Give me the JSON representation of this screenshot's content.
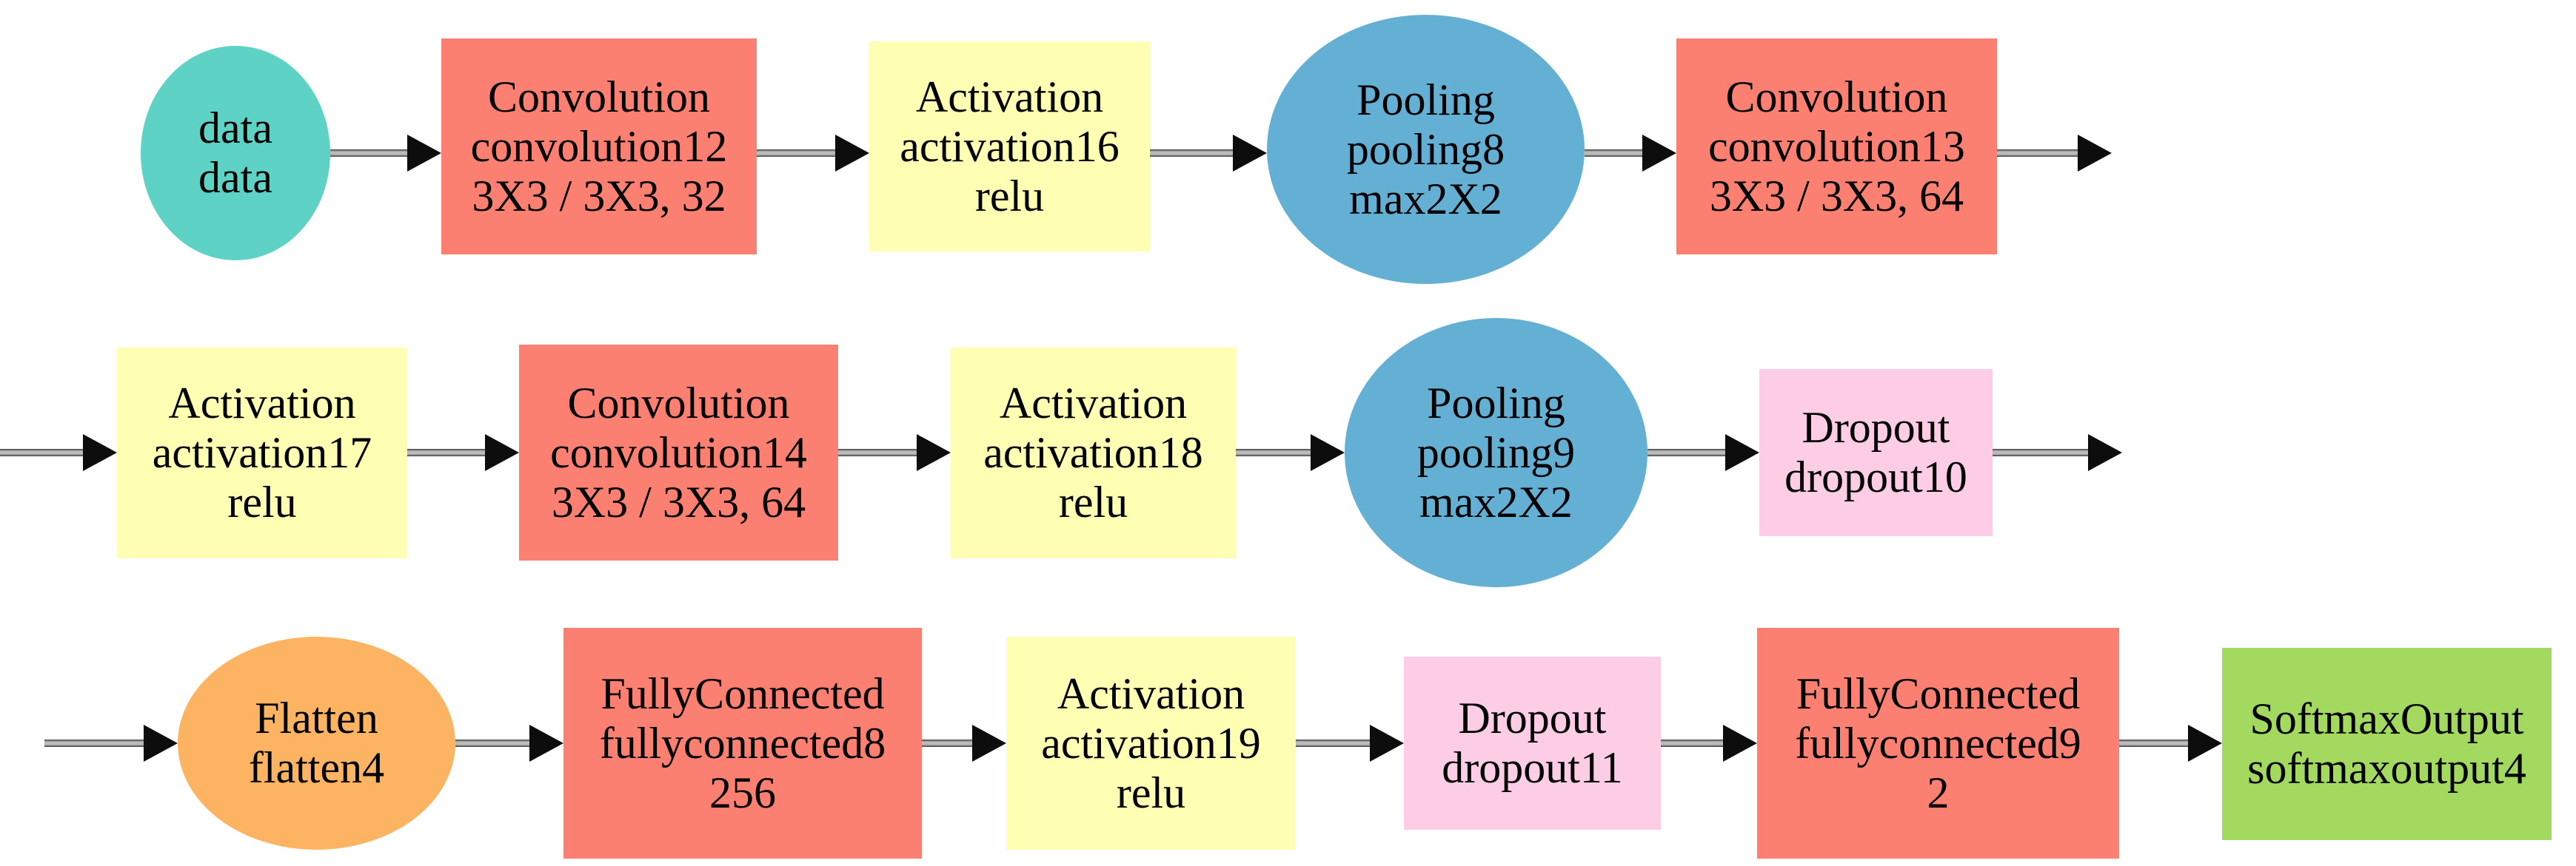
{
  "diagram": {
    "background": "#ffffff",
    "palette": {
      "data": "#5ed3c5",
      "convolution": "#fb8072",
      "activation": "#ffffb3",
      "pooling": "#64b0d5",
      "flatten": "#fdb462",
      "dropout": "#fccde5",
      "fullyconnected": "#fb8072",
      "softmaxoutput": "#a4d960"
    },
    "rows": [
      {
        "nodes": [
          {
            "type": "data",
            "shape": "ellipse",
            "lines": [
              "data",
              "data"
            ]
          },
          {
            "type": "convolution",
            "shape": "box",
            "lines": [
              "Convolution",
              "convolution12",
              "3X3 / 3X3, 32"
            ]
          },
          {
            "type": "activation",
            "shape": "box",
            "lines": [
              "Activation",
              "activation16",
              "relu"
            ]
          },
          {
            "type": "pooling",
            "shape": "ellipse",
            "lines": [
              "Pooling",
              "pooling8",
              "max2X2"
            ]
          },
          {
            "type": "convolution",
            "shape": "box",
            "lines": [
              "Convolution",
              "convolution13",
              "3X3 / 3X3, 64"
            ]
          }
        ]
      },
      {
        "nodes": [
          {
            "type": "activation",
            "shape": "box",
            "lines": [
              "Activation",
              "activation17",
              "relu"
            ]
          },
          {
            "type": "convolution",
            "shape": "box",
            "lines": [
              "Convolution",
              "convolution14",
              "3X3 / 3X3, 64"
            ]
          },
          {
            "type": "activation",
            "shape": "box",
            "lines": [
              "Activation",
              "activation18",
              "relu"
            ]
          },
          {
            "type": "pooling",
            "shape": "ellipse",
            "lines": [
              "Pooling",
              "pooling9",
              "max2X2"
            ]
          },
          {
            "type": "dropout",
            "shape": "box",
            "lines": [
              "Dropout",
              "dropout10"
            ]
          }
        ]
      },
      {
        "nodes": [
          {
            "type": "flatten",
            "shape": "ellipse",
            "lines": [
              "Flatten",
              "flatten4"
            ]
          },
          {
            "type": "fullyconnected",
            "shape": "box",
            "lines": [
              "FullyConnected",
              "fullyconnected8",
              "256"
            ]
          },
          {
            "type": "activation",
            "shape": "box",
            "lines": [
              "Activation",
              "activation19",
              "relu"
            ]
          },
          {
            "type": "dropout",
            "shape": "box",
            "lines": [
              "Dropout",
              "dropout11"
            ]
          },
          {
            "type": "fullyconnected",
            "shape": "box",
            "lines": [
              "FullyConnected",
              "fullyconnected9",
              "2"
            ]
          },
          {
            "type": "softmaxoutput",
            "shape": "box",
            "lines": [
              "SoftmaxOutput",
              "softmaxoutput4"
            ]
          }
        ]
      }
    ]
  }
}
